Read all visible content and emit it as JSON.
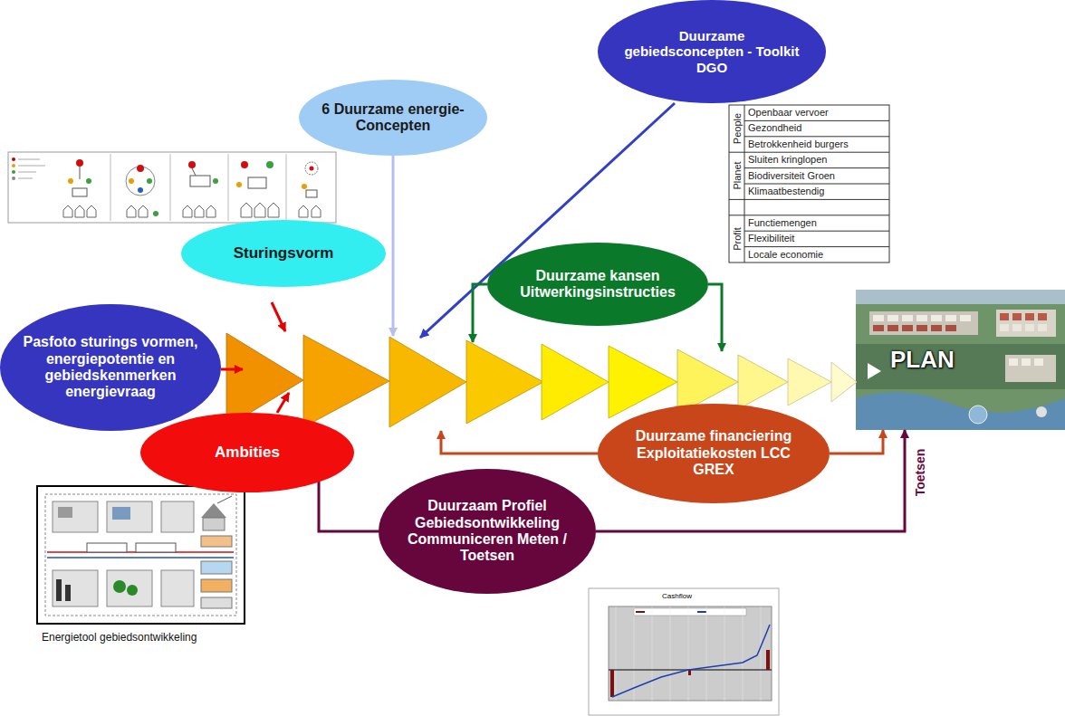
{
  "diagram": {
    "nodes": [
      {
        "text": [
          "Duurzame gebiedsconcepten - Toolkit DGO"
        ]
      },
      {
        "text": [
          "6 Duurzame energie- Concepten"
        ]
      },
      {
        "text": [
          "Sturingsvorm"
        ]
      },
      {
        "text": [
          "Duurzame kansen Uitwerkingsinstructies"
        ]
      },
      {
        "text": [
          "PLAN"
        ]
      },
      {
        "text": [
          "Pasfoto sturings vormen, energiepotentie en gebiedskenmerken energievraag"
        ]
      },
      {
        "text": [
          "Duurzame financiering Exploitatiekosten LCC GREX"
        ]
      },
      {
        "text": [
          "Ambities"
        ]
      },
      {
        "text": [
          "Duurzaam Profiel Gebiedsontwikkeling Communiceren Meten / Toetsen"
        ]
      }
    ],
    "edges": [
      {
        "from": 6,
        "to": 4,
        "arrow": "to"
      },
      {
        "from": 8,
        "to": 4,
        "arrow": "to"
      }
    ],
    "labels": [
      "People",
      "Openbaar vervoer",
      "Gezondheid",
      "Betrokkenheid burgers",
      "Planet",
      "Sluiten kringlopen",
      "Biodiversiteit Groen",
      "Klimaatbestendig",
      "Profit",
      "Functiemengen",
      "Flexibiliteit",
      "Locale economie",
      "Toetsen",
      "Energietool gebiedsontwikkeling",
      "Cashflow"
    ]
  }
}
